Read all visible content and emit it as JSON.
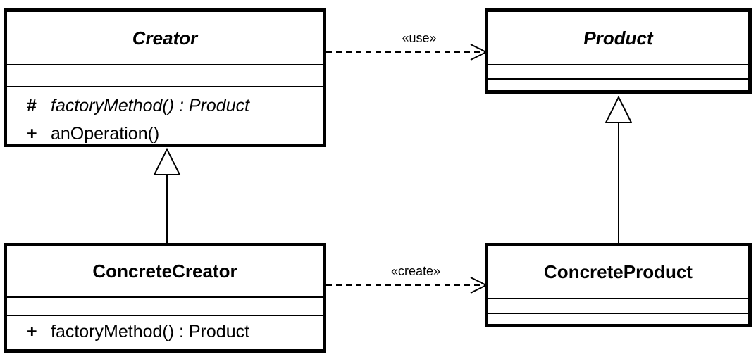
{
  "classes": {
    "creator": {
      "name": "Creator",
      "operations": [
        {
          "visibility": "#",
          "signature": "factoryMethod() : Product"
        },
        {
          "visibility": "+",
          "signature": "anOperation()"
        }
      ]
    },
    "product": {
      "name": "Product"
    },
    "concrete_creator": {
      "name": "ConcreteCreator",
      "operations": [
        {
          "visibility": "+",
          "signature": "factoryMethod() : Product"
        }
      ]
    },
    "concrete_product": {
      "name": "ConcreteProduct"
    }
  },
  "relations": {
    "use_label": "«use»",
    "create_label": "«create»"
  }
}
